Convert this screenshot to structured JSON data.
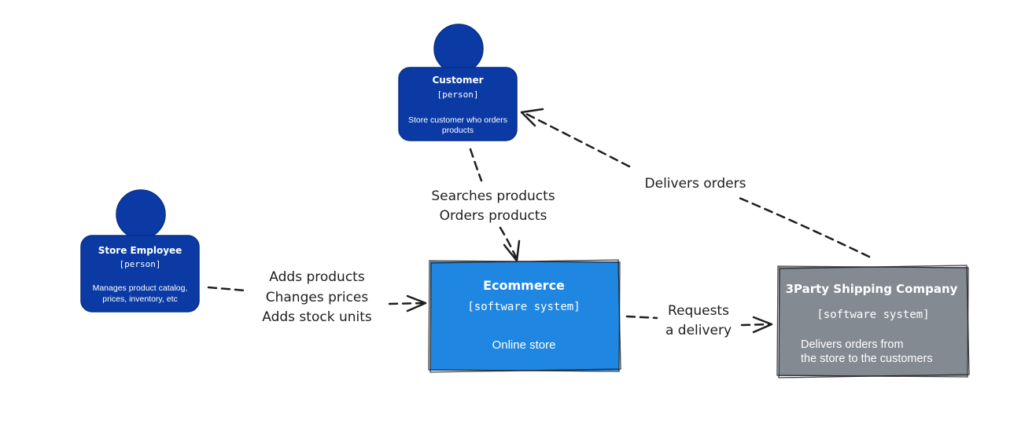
{
  "nodes": {
    "customer": {
      "name": "Customer",
      "type": "[person]",
      "desc": [
        "Store customer who orders",
        "products"
      ]
    },
    "employee": {
      "name": "Store Employee",
      "type": "[person]",
      "desc": [
        "Manages product catalog,",
        "prices, inventory, etc"
      ]
    },
    "ecommerce": {
      "name": "Ecommerce",
      "type": "[software system]",
      "desc": [
        "Online store"
      ]
    },
    "shipping": {
      "name": "3Party Shipping Company",
      "type": "[software system]",
      "desc": [
        "Delivers orders from",
        "the store to the customers"
      ]
    }
  },
  "edges": {
    "customer_ecommerce": [
      "Searches products",
      "Orders products"
    ],
    "employee_ecommerce": [
      "Adds products",
      "Changes prices",
      "Adds stock units"
    ],
    "ecommerce_shipping": [
      "Requests",
      "a delivery"
    ],
    "shipping_customer": [
      "Delivers orders"
    ]
  },
  "colors": {
    "person": "#0b3aa5",
    "software_system": "#1f87e2",
    "external_system": "#838a91",
    "edge": "#1e1e1e"
  }
}
